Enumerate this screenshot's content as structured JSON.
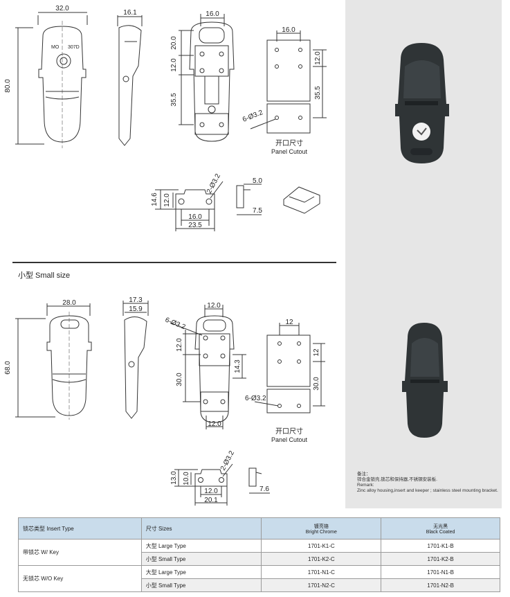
{
  "large": {
    "front_width": "32.0",
    "front_height": "80.0",
    "front_label_left": "MO",
    "front_label_right": "307D",
    "side_width": "16.1",
    "back_top_width": "16.0",
    "back_dim_20": "20.0",
    "back_dim_12": "12.0",
    "back_dim_35": "35.5",
    "holes_label": "6-Ø3.2",
    "cutout_width": "16.0",
    "cutout_dim_12": "12.0",
    "cutout_dim_35": "35.5",
    "cutout_label_cn": "开口尺寸",
    "cutout_label_en": "Panel Cutout",
    "keeper_height_outer": "14.6",
    "keeper_height_inner": "12.0",
    "keeper_hole": "2-Ø3.2",
    "keeper_inner_width": "16.0",
    "keeper_outer_width": "23.5",
    "keeper_side_top": "5.0",
    "keeper_side_bottom": "7.5"
  },
  "small_title": "小型 Small size",
  "small": {
    "front_width": "28.0",
    "front_height": "68.0",
    "side_width_outer": "17.3",
    "side_width_inner": "15.9",
    "back_top_width": "12.0",
    "holes_label_top": "6-Ø3.2",
    "back_dim_12": "12.0",
    "back_dim_30": "30.0",
    "back_dim_14": "14.3",
    "back_bottom_width": "12.0",
    "cutout_width": "12",
    "cutout_dim_12": "12",
    "cutout_dim_30": "30.0",
    "holes_label": "6-Ø3.2",
    "cutout_label_cn": "开口尺寸",
    "cutout_label_en": "Panel Cutout",
    "keeper_hole": "2-Ø3.2",
    "keeper_height_outer": "13.0",
    "keeper_height_inner": "10.0",
    "keeper_inner_width": "12.0",
    "keeper_outer_width": "20.1",
    "keeper_side": "7.6"
  },
  "remarks": {
    "title_cn": "备注：",
    "line_cn": "锌合金锁壳,锁芯和保持器,不锈钢安装板.",
    "title_en": "Remark:",
    "line_en": "Zinc alloy housing,insert and keeper ; stainless steel mounting bracket."
  },
  "table": {
    "headers": {
      "insert_type": "锁芯类型 Insert Type",
      "sizes": "尺寸 Sizes",
      "bright_cn": "镀亮铬",
      "bright_en": "Bright Chrome",
      "black_cn": "无光黑",
      "black_en": "Black Coated"
    },
    "groups": [
      {
        "insert": "带锁芯 W/ Key",
        "rows": [
          {
            "size": "大型 Large Type",
            "bright": "1701-K1-C",
            "black": "1701-K1-B"
          },
          {
            "size": "小型 Small Type",
            "bright": "1701-K2-C",
            "black": "1701-K2-B"
          }
        ]
      },
      {
        "insert": "无锁芯 W/O Key",
        "rows": [
          {
            "size": "大型 Large Type",
            "bright": "1701-N1-C",
            "black": "1701-N1-B"
          },
          {
            "size": "小型 Small Type",
            "bright": "1701-N2-C",
            "black": "1701-N2-B"
          }
        ]
      }
    ]
  },
  "colors": {
    "line": "#333333",
    "table_header": "#c9dceb",
    "photo_bg": "#e6e6e6",
    "latch_body": "#2f3436"
  }
}
